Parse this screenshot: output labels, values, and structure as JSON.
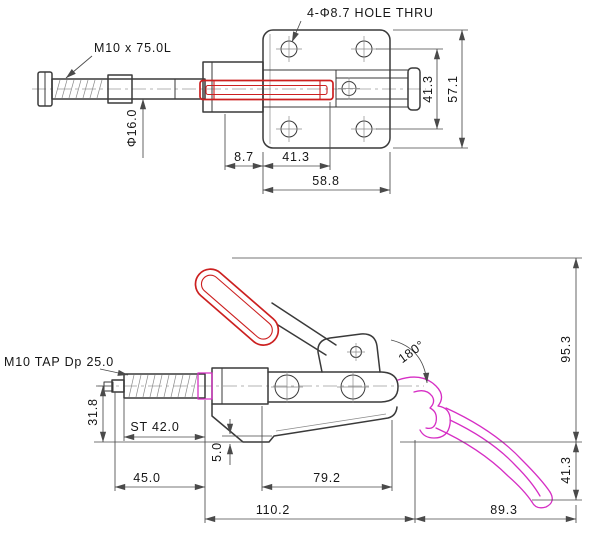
{
  "colors": {
    "outline": "#3a3a3a",
    "highlight_red": "#cc2020",
    "phantom_magenta": "#d62ec4"
  },
  "top_view": {
    "callouts": {
      "holes": "4-Φ8.7 HOLE THRU",
      "thread": "M10 x 75.0L",
      "rod_diameter": "Φ16.0"
    },
    "dims": {
      "hole_row_spacing": "41.3",
      "plate_height": "57.1",
      "edge_offset": "8.7",
      "bar_overhang": "41.3",
      "plate_width": "58.8"
    }
  },
  "side_view": {
    "callouts": {
      "tap": "M10 TAP Dp 25.0",
      "rotation": "180°",
      "stroke": "ST 42.0"
    },
    "dims": {
      "centerline_height": "31.8",
      "rod_extension": "45.0",
      "base_lip": "5.0",
      "mount_span": "79.2",
      "closed_length": "110.2",
      "open_reach": "89.3",
      "overall_height": "95.3",
      "tip_drop": "41.3"
    }
  }
}
